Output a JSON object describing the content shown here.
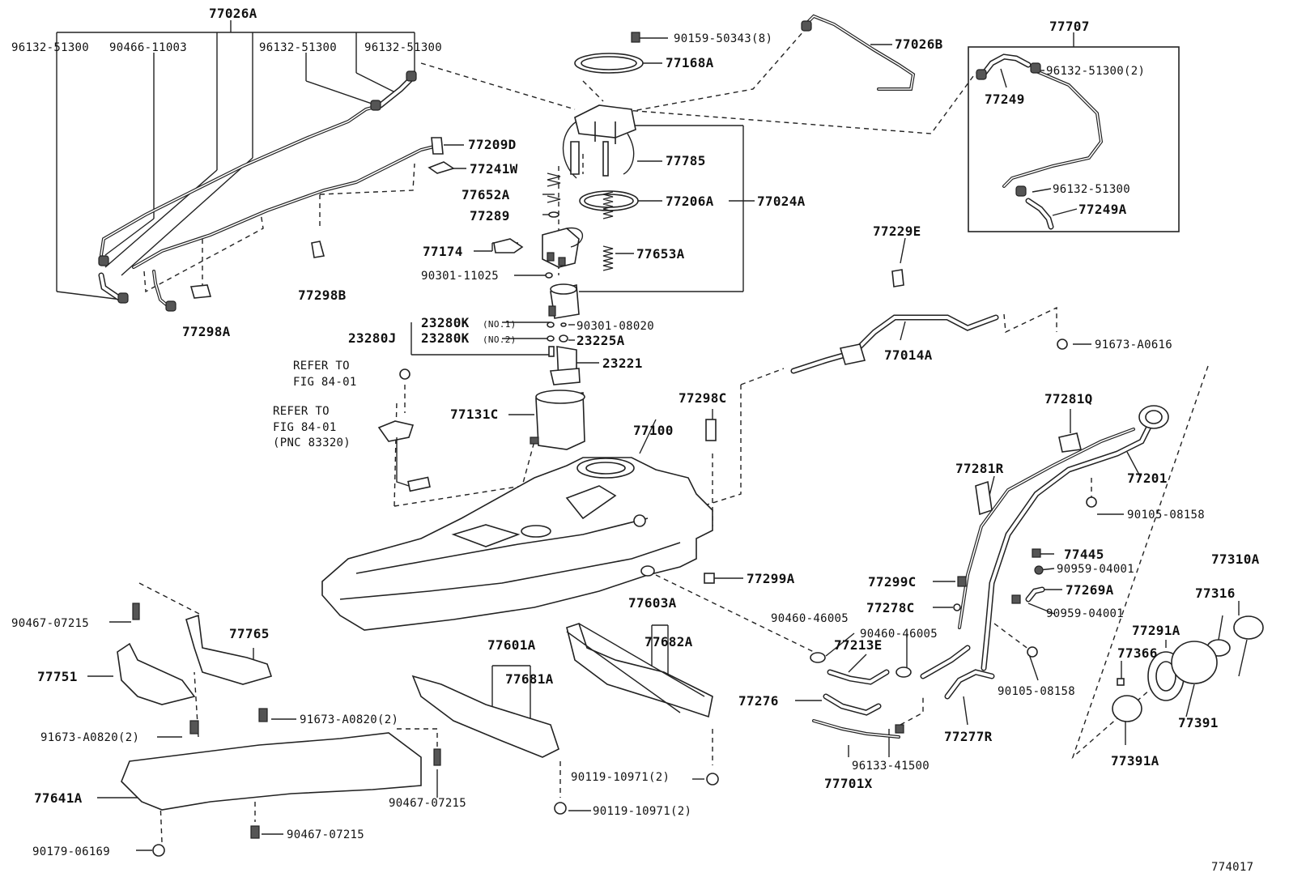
{
  "diagram_id": "774017",
  "refer_notes": {
    "refer_to": "REFER TO",
    "fig_a": "FIG 84-01",
    "fig_b": "FIG 84-01",
    "pnc": "(PNC 83320)"
  },
  "labels": {
    "p77026A": "77026A",
    "p96132_51300_a": "96132-51300",
    "p90466_11003": "90466-11003",
    "p96132_51300_b": "96132-51300",
    "p96132_51300_c": "96132-51300",
    "p90159_50343": "90159-50343(8)",
    "p77026B": "77026B",
    "p77168A": "77168A",
    "p77707": "77707",
    "p96132_51300_2": "96132-51300(2)",
    "p77249": "77249",
    "p96132_51300_d": "96132-51300",
    "p77249A": "77249A",
    "p77209D": "77209D",
    "p77241W": "77241W",
    "p77785": "77785",
    "p77652A": "77652A",
    "p77206A": "77206A",
    "p77024A": "77024A",
    "p77289": "77289",
    "p77174": "77174",
    "p77653A": "77653A",
    "p90301_11025": "90301-11025",
    "p77298B": "77298B",
    "p77298A": "77298A",
    "p77229E": "77229E",
    "p23280K_1": "23280K",
    "no1": "(NO.1)",
    "p90301_08020": "90301-08020",
    "p23280J": "23280J",
    "p23280K_2": "23280K",
    "no2": "(NO.2)",
    "p23225A": "23225A",
    "p23221": "23221",
    "p91673_A0616": "91673-A0616",
    "p77014A": "77014A",
    "p77298C": "77298C",
    "p77131C": "77131C",
    "p77100": "77100",
    "p77281Q": "77281Q",
    "p77201": "77201",
    "p77281R": "77281R",
    "p90105_08158_a": "90105-08158",
    "p77445": "77445",
    "p90959_04001_a": "90959-04001",
    "p77310A": "77310A",
    "p77299A": "77299A",
    "p77299C": "77299C",
    "p77269A": "77269A",
    "p77316": "77316",
    "p90467_07215_a": "90467-07215",
    "p77765": "77765",
    "p77603A": "77603A",
    "p90460_46005_a": "90460-46005",
    "p77278C": "77278C",
    "p90959_04001_b": "90959-04001",
    "p77291A": "77291A",
    "p77751": "77751",
    "p77601A": "77601A",
    "p77682A": "77682A",
    "p90460_46005_b": "90460-46005",
    "p77213E": "77213E",
    "p77366": "77366",
    "p77681A": "77681A",
    "p90105_08158_b": "90105-08158",
    "p77276": "77276",
    "p91673_A0820_2a": "91673-A0820(2)",
    "p91673_A0820_2b": "91673-A0820(2)",
    "p77391": "77391",
    "p77277R": "77277R",
    "p96133_41500": "96133-41500",
    "p77391A": "77391A",
    "p77641A": "77641A",
    "p90119_10971_a": "90119-10971(2)",
    "p77701X": "77701X",
    "p90467_07215_b": "90467-07215",
    "p90119_10971_b": "90119-10971(2)",
    "p90467_07215_c": "90467-07215",
    "p90179_06169": "90179-06169"
  }
}
